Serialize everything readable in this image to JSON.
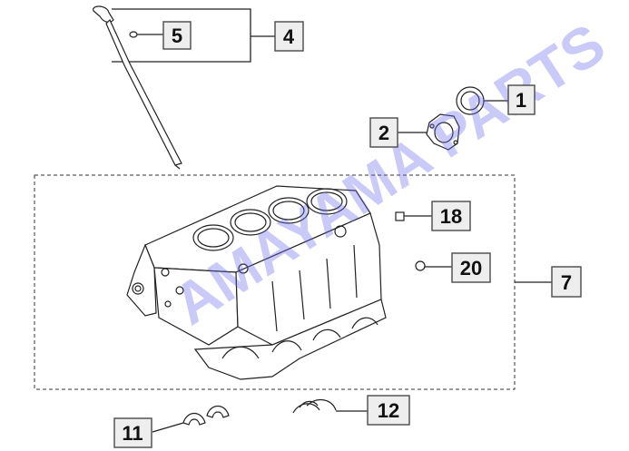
{
  "watermark": "AMAYAMA PARTS",
  "callouts": {
    "c1": "1",
    "c2": "2",
    "c4": "4",
    "c5": "5",
    "c7": "7",
    "c11": "11",
    "c12": "12",
    "c18": "18",
    "c20": "20"
  },
  "colors": {
    "watermark": "#6a6af0",
    "callout_fill": "#eeeeee",
    "line": "#222222"
  }
}
